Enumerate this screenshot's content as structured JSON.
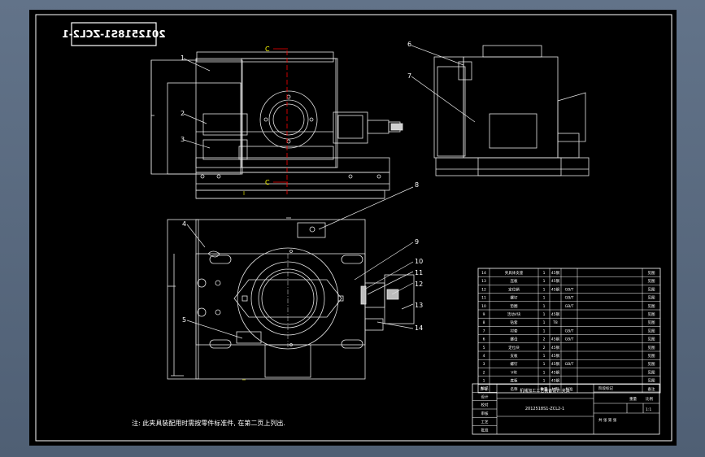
{
  "drawing": {
    "number_mirrored": "2012518S1-ZCL2-1",
    "section_label_top": "C",
    "section_label_bottom": "C",
    "note": "注: 此夹具装配用时需按零件标准件, 在第二页上列出.",
    "callouts": [
      "1",
      "2",
      "3",
      "4",
      "5",
      "6",
      "7",
      "8",
      "9",
      "10",
      "11",
      "12",
      "13",
      "14"
    ]
  },
  "bom": {
    "rows": [
      {
        "no": "14",
        "name": "夹具体支座",
        "qty": "1",
        "mat": "45钢",
        "std": "",
        "note": "见图"
      },
      {
        "no": "13",
        "name": "压板",
        "qty": "1",
        "mat": "45钢",
        "std": "",
        "note": "见图"
      },
      {
        "no": "12",
        "name": "定位销",
        "qty": "1",
        "mat": "45钢",
        "std": "GB/T",
        "note": "见图"
      },
      {
        "no": "11",
        "name": "螺钉",
        "qty": "1",
        "mat": "",
        "std": "GB/T",
        "note": "见图"
      },
      {
        "no": "10",
        "name": "垫圈",
        "qty": "1",
        "mat": "",
        "std": "GB/T",
        "note": "见图"
      },
      {
        "no": "9",
        "name": "活动V块",
        "qty": "1",
        "mat": "45钢",
        "std": "",
        "note": "见图"
      },
      {
        "no": "8",
        "name": "钻套",
        "qty": "1",
        "mat": "T8",
        "std": "",
        "note": "见图"
      },
      {
        "no": "7",
        "name": "衬套",
        "qty": "1",
        "mat": "",
        "std": "GB/T",
        "note": "见图"
      },
      {
        "no": "6",
        "name": "螺母",
        "qty": "2",
        "mat": "45钢",
        "std": "GB/T",
        "note": "见图"
      },
      {
        "no": "5",
        "name": "定位块",
        "qty": "2",
        "mat": "45钢",
        "std": "",
        "note": "见图"
      },
      {
        "no": "4",
        "name": "支板",
        "qty": "1",
        "mat": "45钢",
        "std": "",
        "note": "见图"
      },
      {
        "no": "3",
        "name": "螺钉",
        "qty": "1",
        "mat": "45钢",
        "std": "GB/T",
        "note": "见图"
      },
      {
        "no": "2",
        "name": "V块",
        "qty": "1",
        "mat": "45钢",
        "std": "",
        "note": "见图"
      },
      {
        "no": "1",
        "name": "底板",
        "qty": "1",
        "mat": "45钢",
        "std": "",
        "note": "见图"
      }
    ],
    "header": [
      "序号",
      "名称",
      "数量",
      "材料",
      "标准",
      "备注"
    ]
  },
  "title_block": {
    "left_rows": [
      "标记",
      "设计",
      "校对",
      "审核",
      "工艺",
      "批准"
    ],
    "title_line": "机械加工工艺装备设计 夹具",
    "drawing_no": "2012518S1-ZCL2-1",
    "stage": "阶段标记",
    "weight": "重量",
    "scale": "比例",
    "scale_val": "1:1",
    "sheet": "共 张 第 张"
  },
  "colors": {
    "frame": "#ffffff",
    "outline": "#e6e6e6",
    "yellow": "#ffff00",
    "red": "#ff0000",
    "cyan": "#00ffff"
  }
}
